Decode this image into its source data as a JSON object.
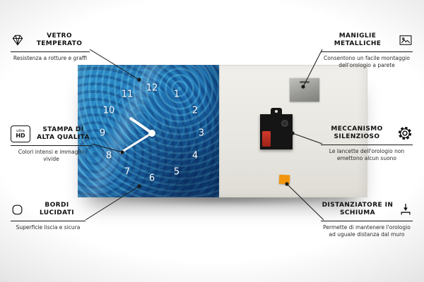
{
  "product": {
    "clock": {
      "numbers": [
        "12",
        "1",
        "2",
        "3",
        "4",
        "5",
        "6",
        "7",
        "8",
        "9",
        "10",
        "11"
      ]
    }
  },
  "icons": {
    "ultra_hd": {
      "line1": "ultra",
      "line2": "HD"
    }
  },
  "accent_colors": {
    "foam_orange": "#f2950d",
    "clock_blue": "#1f6fb0",
    "line_black": "#1a1a1a"
  },
  "callouts": [
    {
      "id": "vetro-temperato",
      "title": "VETRO TEMPERATO",
      "desc": "Resistenza a rotture e graffi",
      "icon": "diamond-icon"
    },
    {
      "id": "stampa-alta-qualita",
      "title": "STAMPA DI ALTA QUALITÀ",
      "desc": "Colori intensi e immagini vivide",
      "icon": "ultra-hd-icon"
    },
    {
      "id": "bordi-lucidati",
      "title": "BORDI LUCIDATI",
      "desc": "Superficie liscia e sicura",
      "icon": "polished-edge-icon"
    },
    {
      "id": "maniglie-metalliche",
      "title": "MANIGLIE METALLICHE",
      "desc": "Consentono un facile montaggio dell'orologio a parete",
      "icon": "picture-frame-icon"
    },
    {
      "id": "meccanismo-silenzioso",
      "title": "MECCANISMO SILENZIOSO",
      "desc": "Le lancette dell'orologio non emettono alcun suono",
      "icon": "gear-icon"
    },
    {
      "id": "distanziatore-schiuma",
      "title": "DISTANZIATORE IN SCHIUMA",
      "desc": "Permette di mantenere l'orologio ad uguale distanza dal muro",
      "icon": "spacer-arrow-icon"
    }
  ]
}
